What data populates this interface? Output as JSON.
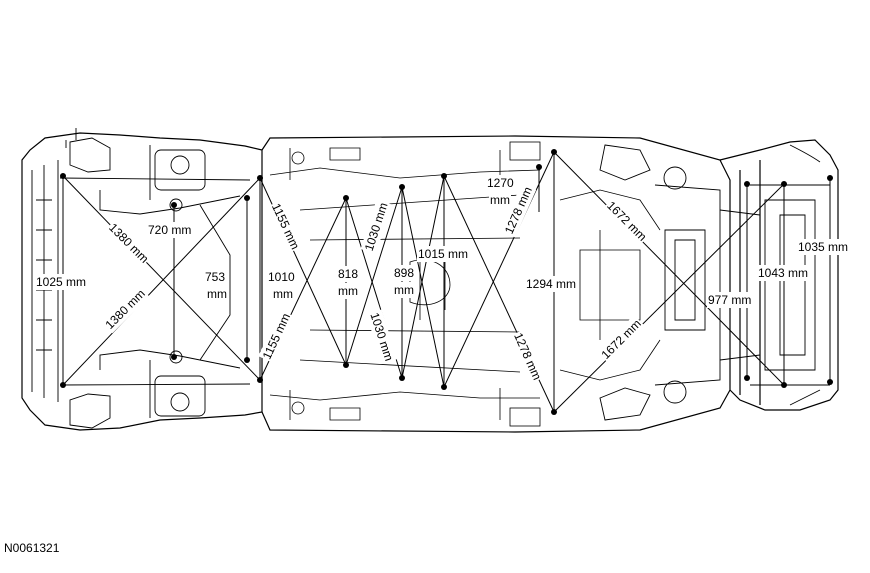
{
  "labels": {
    "d1380_upper": "1380 mm",
    "d1380_lower": "1380 mm",
    "d1025": "1025 mm",
    "d720": "720 mm",
    "d753": "753\nmm",
    "d1010": "1010\nmm",
    "d1155_upper": "1155 mm",
    "d1155_lower": "1155 mm",
    "d818": "818\nmm",
    "d1030_upper": "1030 mm",
    "d1030_lower": "1030 mm",
    "d898": "898\nmm",
    "d1015": "1015 mm",
    "d1270": "1270\nmm",
    "d1278_upper": "1278 mm",
    "d1278_lower": "1278 mm",
    "d1294": "1294 mm",
    "d1672_upper": "1672 mm",
    "d1672_lower": "1672 mm",
    "d1043": "1043 mm",
    "d977": "977 mm",
    "d1035": "1035 mm"
  },
  "figure_id": "N0061321"
}
